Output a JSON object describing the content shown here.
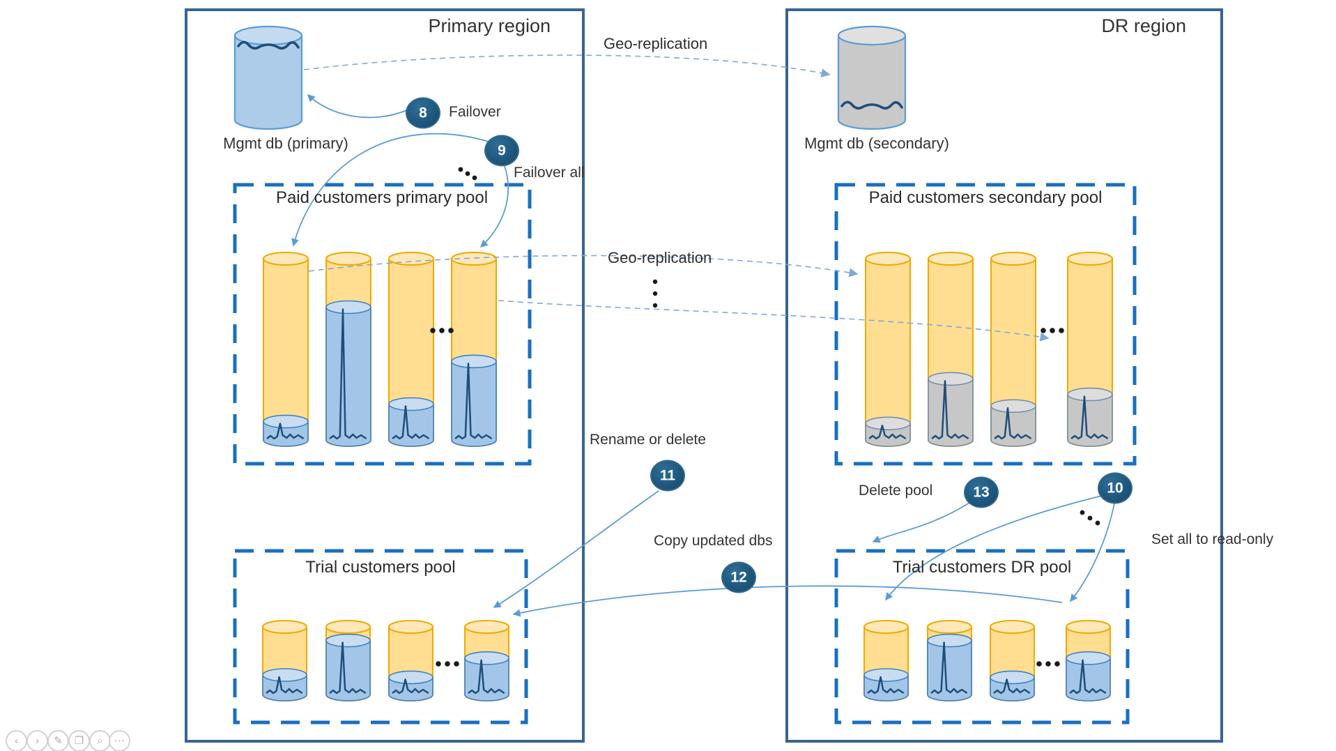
{
  "slide": {
    "regions": [
      {
        "id": "primary",
        "title": "Primary region"
      },
      {
        "id": "dr",
        "title": "DR region"
      }
    ],
    "management_databases": [
      {
        "id": "mgmt-primary",
        "label": "Mgmt db (primary)",
        "style": "blue"
      },
      {
        "id": "mgmt-secondary",
        "label": "Mgmt db (secondary)",
        "style": "gray"
      }
    ],
    "pools": [
      {
        "id": "paid-primary",
        "title": "Paid customers primary pool",
        "fill_style": "blue",
        "fill_percents": [
          16,
          75,
          25,
          47
        ]
      },
      {
        "id": "paid-secondary",
        "title": "Paid customers secondary pool",
        "fill_style": "gray",
        "fill_percents": [
          15,
          38,
          24,
          30
        ]
      },
      {
        "id": "trial-primary",
        "title": "Trial customers pool",
        "fill_style": "blue",
        "fill_percents": [
          40,
          83,
          37,
          61
        ]
      },
      {
        "id": "trial-dr",
        "title": "Trial customers DR pool",
        "fill_style": "blue",
        "fill_percents": [
          40,
          83,
          37,
          61
        ]
      }
    ],
    "steps": [
      {
        "number": "8",
        "label": "Failover"
      },
      {
        "number": "9",
        "label": "Failover all"
      },
      {
        "number": "10",
        "label": "Set all to read-only"
      },
      {
        "number": "11",
        "label": "Rename or delete"
      },
      {
        "number": "12",
        "label": "Copy updated dbs"
      },
      {
        "number": "13",
        "label": "Delete pool"
      }
    ],
    "flow_labels": [
      {
        "id": "geo-top",
        "text": "Geo-replication"
      },
      {
        "id": "geo-mid",
        "text": "Geo-replication"
      }
    ],
    "colors": {
      "region_border": "#3a648f",
      "pool_border": "#1a6fc0",
      "cylinder_yellow": "#ffde92",
      "cylinder_yellow_top": "#ffe8b8",
      "cylinder_yellow_stroke": "#efa900",
      "fill_blue": "#a3c6e8",
      "fill_blue_top": "#c8ddf2",
      "fill_blue_stroke": "#4081c0",
      "fill_gray": "#c7c7c7",
      "fill_gray_top": "#dddddd",
      "fill_gray_stroke": "#748ea9",
      "mgmt_blue": "#adccea",
      "mgmt_blue_top": "#c3daf0",
      "mgmt_gray": "#c9c9c9",
      "mgmt_gray_top": "#e0e0e0",
      "mgmt_stroke": "#5b9bd5",
      "spike": "#1f4e79",
      "arrow": "#5b9bd5",
      "arrow_dashed": "#7fa8d9",
      "badge_fill": "#1f587e",
      "text": "#3a3a3a"
    },
    "toolbar": {
      "buttons": [
        "previous",
        "next",
        "pen",
        "all-slides",
        "zoom",
        "more"
      ]
    }
  }
}
